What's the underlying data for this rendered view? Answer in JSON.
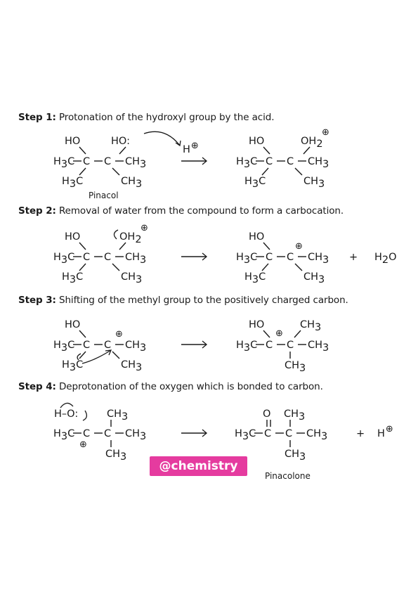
{
  "steps": [
    {
      "label": "Step 1:",
      "text": "Protonation of the hydroxyl group by the acid."
    },
    {
      "label": "Step 2:",
      "text": "Removal of water from the compound to form a carbocation."
    },
    {
      "label": "Step 3:",
      "text": "Shifting of the methyl group to the positively charged carbon."
    },
    {
      "label": "Step 4:",
      "text": "Deprotonation of the oxygen which is bonded to carbon."
    }
  ],
  "labels": {
    "HO": "HO",
    "C": "C",
    "H": "H",
    "O": "O",
    "CH": "CH",
    "OH": "OH",
    "three": "3",
    "two": "2",
    "H3C_H": "H",
    "plus": "+",
    "charge": "⊕",
    "water_H": "H",
    "water_O": "O",
    "pinacol": "Pinacol",
    "pinacolone": "Pinacolone"
  },
  "watermark": "@chemistry"
}
